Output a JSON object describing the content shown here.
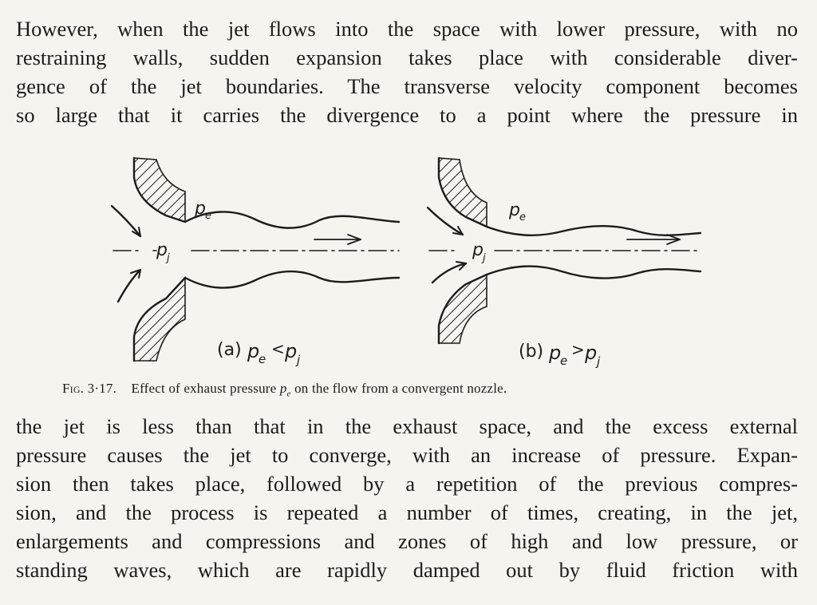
{
  "paragraph_top": {
    "lines": [
      "However, when the jet flows into the space with lower pressure, with no",
      "restraining walls, sudden expansion takes place with considerable diver-",
      "gence of the jet boundaries.   The transverse velocity component becomes",
      "so large that it carries the divergence to a point where the pressure in"
    ]
  },
  "figure": {
    "panel_a": {
      "exhaust_label": "p",
      "exhaust_sub": "e",
      "jet_label": "p",
      "jet_sub": "j",
      "caption_prefix": "(a)",
      "condition_left": "p",
      "condition_left_sub": "e",
      "condition_op": "<",
      "condition_right": "p",
      "condition_right_sub": "j"
    },
    "panel_b": {
      "exhaust_label": "p",
      "exhaust_sub": "e",
      "jet_label": "p",
      "jet_sub": "j",
      "caption_prefix": "(b)",
      "condition_left": "p",
      "condition_left_sub": "e",
      "condition_op": ">",
      "condition_right": "p",
      "condition_right_sub": "j"
    },
    "caption": {
      "label": "Fig. 3·17.",
      "text_before": "Effect of exhaust pressure",
      "symbol": "p",
      "symbol_sub": "e",
      "text_after": "on the flow from a convergent nozzle."
    }
  },
  "paragraph_bottom": {
    "lines": [
      "the jet is less than that in the exhaust space, and the excess external",
      "pressure causes the jet to converge, with an increase of pressure.  Expan-",
      "sion then takes place, followed by a repetition of the previous compres-",
      "sion, and the process is repeated a number of times, creating, in the jet,",
      "enlargements and compressions and zones of high and low pressure, or",
      "standing waves, which are rapidly damped out by fluid friction with"
    ]
  }
}
